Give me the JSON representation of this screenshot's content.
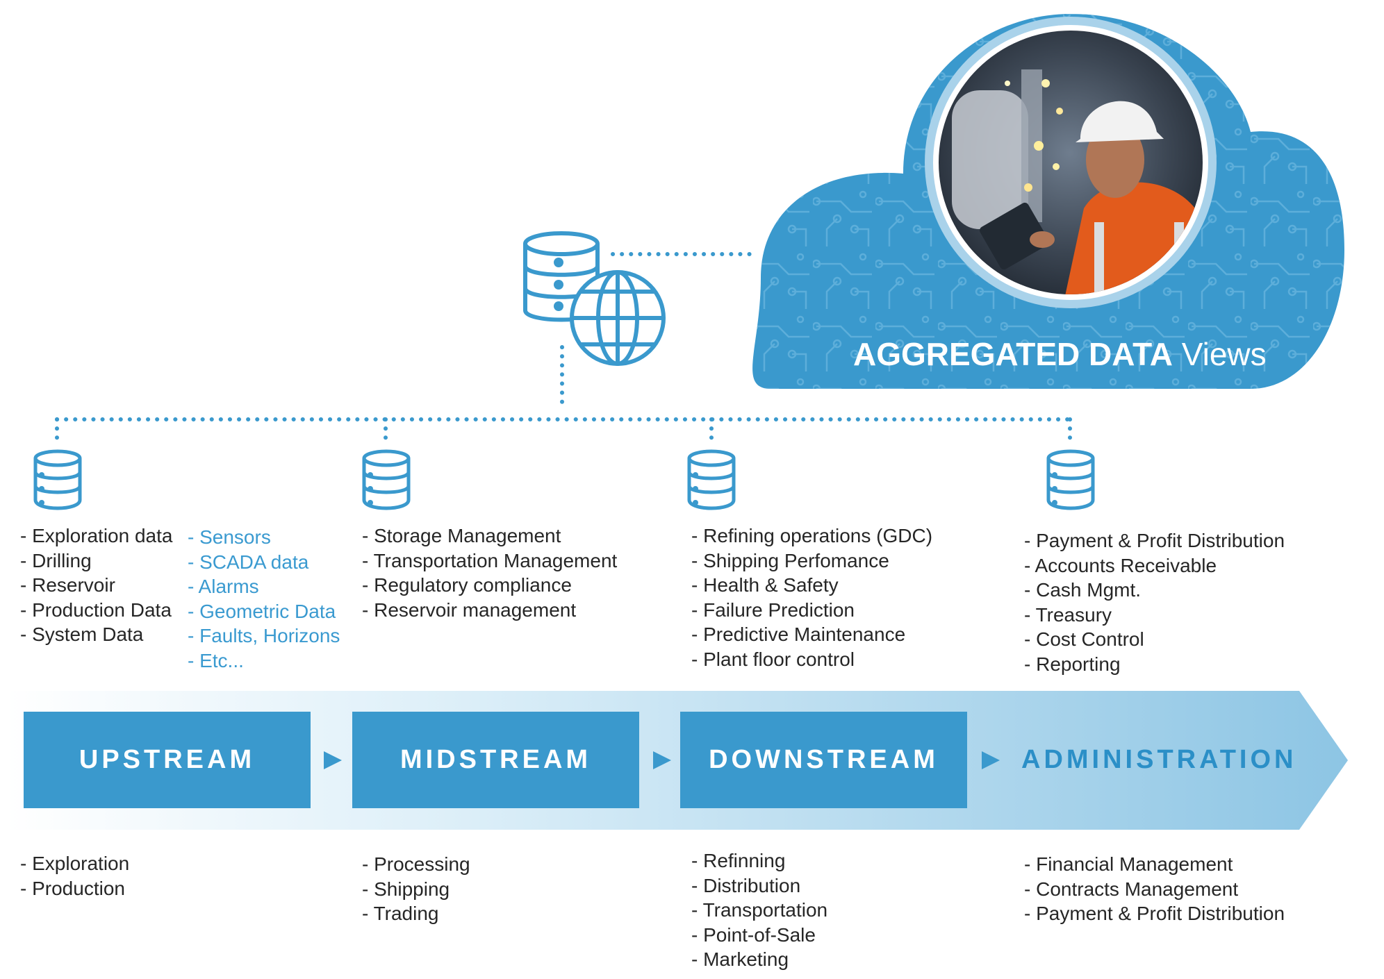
{
  "cloud": {
    "title_bold": "AGGREGATED DATA",
    "title_light": "Views"
  },
  "colors": {
    "accent": "#3a99cd",
    "admin_text": "#2b8fc7",
    "sublist_blue": "#3a9ad0"
  },
  "icons": [
    "database-globe-icon",
    "database-icon",
    "stage-arrow-icon",
    "worker-photo"
  ],
  "columns": [
    {
      "key": "upstream",
      "top_items": [
        "- Exploration data",
        "- Drilling",
        "- Reservoir",
        "- Production Data",
        "- System Data"
      ],
      "top_items_secondary": [
        "- Sensors",
        "- SCADA data",
        "- Alarms",
        "- Geometric Data",
        "- Faults, Horizons",
        "- Etc..."
      ],
      "stage_label": "UPSTREAM",
      "bottom_items": [
        "- Exploration",
        "- Production"
      ]
    },
    {
      "key": "midstream",
      "top_items": [
        "- Storage Management",
        "- Transportation Management",
        "- Regulatory compliance",
        "- Reservoir management"
      ],
      "stage_label": "MIDSTREAM",
      "bottom_items": [
        "- Processing",
        "- Shipping",
        "- Trading"
      ]
    },
    {
      "key": "downstream",
      "top_items": [
        "- Refining operations (GDC)",
        "- Shipping Perfomance",
        "- Health & Safety",
        "- Failure Prediction",
        "- Predictive Maintenance",
        "- Plant floor control"
      ],
      "stage_label": "DOWNSTREAM",
      "bottom_items": [
        "- Refinning",
        "- Distribution",
        "- Transportation",
        "- Point-of-Sale",
        "- Marketing"
      ]
    },
    {
      "key": "administration",
      "top_items": [
        "- Payment & Profit Distribution",
        "- Accounts Receivable",
        "- Cash Mgmt.",
        "- Treasury",
        "- Cost Control",
        "- Reporting"
      ],
      "stage_label": "ADMINISTRATION",
      "bottom_items": [
        "- Financial Management",
        "- Contracts Management",
        "- Payment & Profit Distribution"
      ]
    }
  ]
}
